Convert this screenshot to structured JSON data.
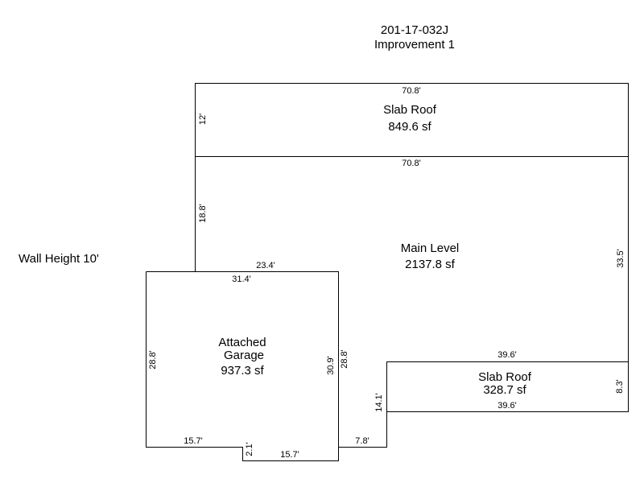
{
  "header": {
    "parcel_id": "201-17-032J",
    "improvement": "Improvement 1"
  },
  "wall_height": "Wall Height 10'",
  "areas": {
    "slab_roof_top": {
      "name": "Slab Roof",
      "area": "849.6 sf",
      "dims": {
        "top": "70.8'",
        "bottom": "70.8'",
        "left": "12'"
      }
    },
    "main_level": {
      "name": "Main Level",
      "area": "2137.8 sf",
      "dims": {
        "left": "18.8'",
        "right": "33.5'",
        "bottom_left": "23.4'",
        "bottom_right": "39.6'"
      }
    },
    "garage": {
      "name_line1": "Attached",
      "name_line2": "Garage",
      "area": "937.3 sf",
      "dims": {
        "top": "31.4'",
        "left": "28.8'",
        "right_inner": "30.9'",
        "right_outer": "28.8'",
        "bottom_left": "15.7'",
        "notch": "2.1'",
        "bottom_right": "15.7'"
      }
    },
    "slab_roof_right": {
      "name": "Slab Roof",
      "area": "328.7 sf",
      "dims": {
        "bottom": "39.6'",
        "right": "8.3'"
      }
    },
    "connector": {
      "bottom": "7.8'",
      "left": "14.1'"
    }
  }
}
